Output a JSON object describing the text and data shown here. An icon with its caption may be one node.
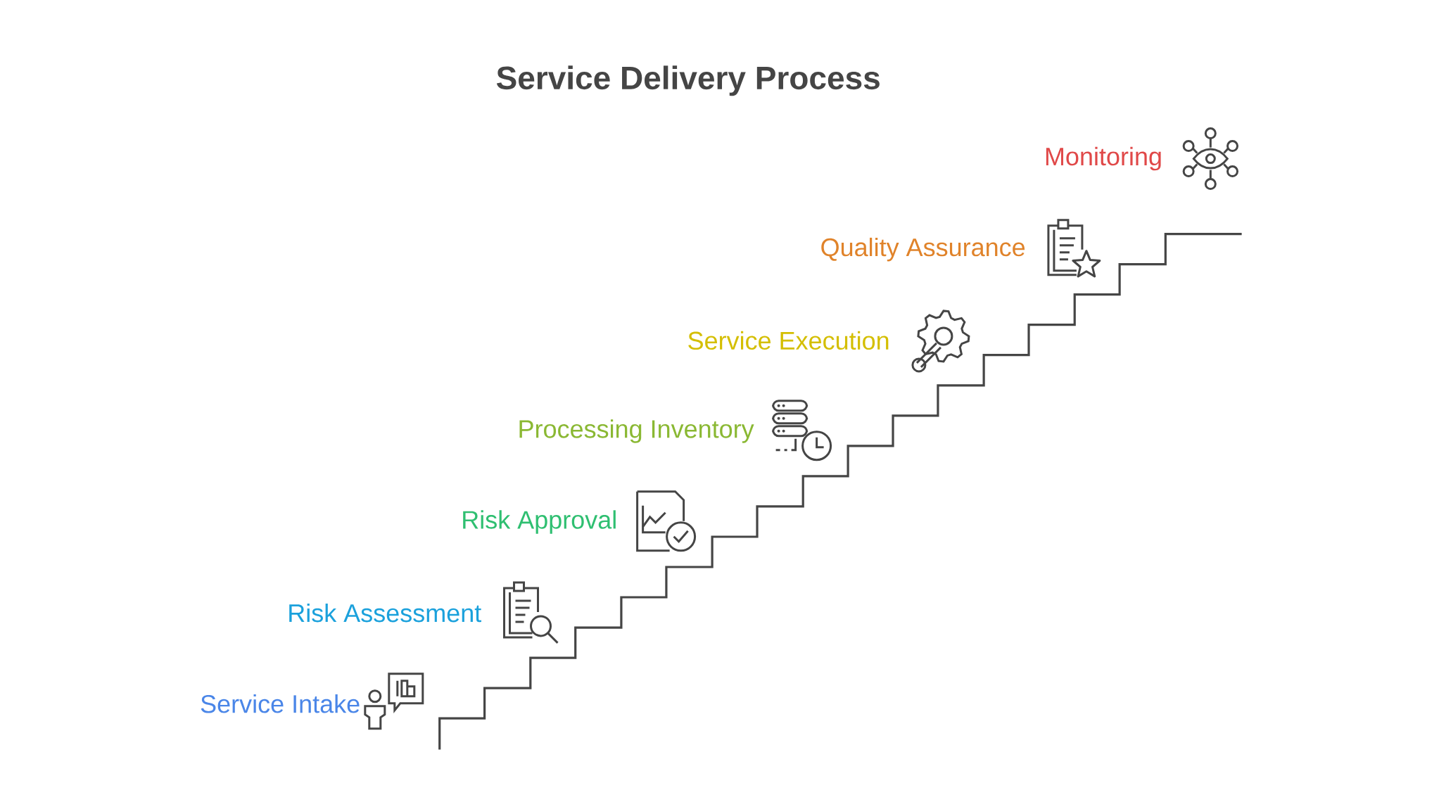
{
  "diagram": {
    "title": "Service Delivery Process",
    "labels": [
      "Service Intake",
      "Risk Assessment",
      "Risk Approval",
      "Processing Inventory",
      "Service Execution",
      "Quality Assurance",
      "Monitoring"
    ]
  }
}
